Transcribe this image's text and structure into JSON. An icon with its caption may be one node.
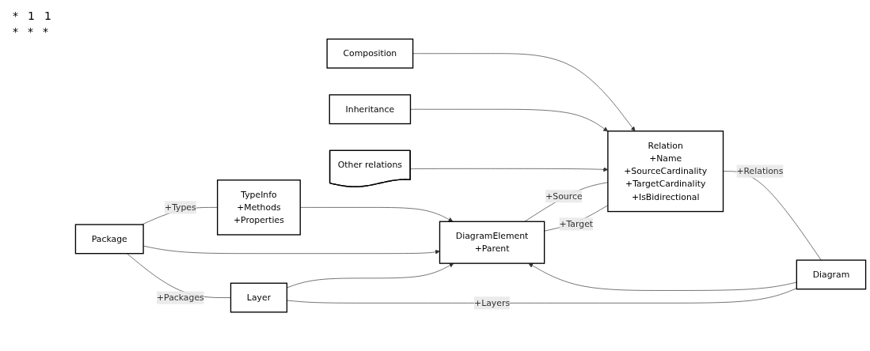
{
  "diagram": {
    "nodes": [
      {
        "text": [
          "TypeInfo",
          "+Methods",
          "+Properties"
        ]
      },
      {
        "text": [
          "Package"
        ]
      },
      {
        "text": [
          "DiagramElement",
          "+Parent"
        ]
      },
      {
        "text": [
          "Relation",
          "+Name",
          "+SourceCardinality",
          "+TargetCardinality",
          "+IsBidirectional"
        ]
      },
      {
        "text": [
          "Composition"
        ]
      },
      {
        "text": [
          "Inheritance"
        ]
      },
      {
        "text": [
          "Layer"
        ]
      },
      {
        "text": [
          "Diagram"
        ]
      },
      {
        "text": [
          "Other relations"
        ]
      }
    ],
    "edges": [
      {
        "from": 1,
        "to": 0,
        "arrow": "none",
        "label": "+Types"
      },
      {
        "from": 0,
        "to": 2,
        "arrow": "to"
      },
      {
        "from": 1,
        "to": 2,
        "arrow": "to"
      },
      {
        "from": 2,
        "to": 3,
        "arrow": "none",
        "label": "+Source"
      },
      {
        "from": 2,
        "to": 3,
        "arrow": "none",
        "label": "+Target"
      },
      {
        "from": 6,
        "to": 2,
        "arrow": "to"
      },
      {
        "from": 7,
        "to": 2,
        "arrow": "to"
      },
      {
        "from": 3,
        "to": 7,
        "arrow": "none",
        "label": "+Relations"
      },
      {
        "from": 4,
        "to": 3,
        "arrow": "to"
      },
      {
        "from": 5,
        "to": 3,
        "arrow": "to"
      },
      {
        "from": 8,
        "to": 3,
        "arrow": "to"
      },
      {
        "from": 1,
        "to": 6,
        "arrow": "none",
        "label": "+Packages"
      },
      {
        "from": 6,
        "to": 7,
        "arrow": "none",
        "label": "+Layers"
      }
    ],
    "labels": [
      "*",
      "1",
      "1",
      "*",
      "*",
      "*"
    ]
  }
}
